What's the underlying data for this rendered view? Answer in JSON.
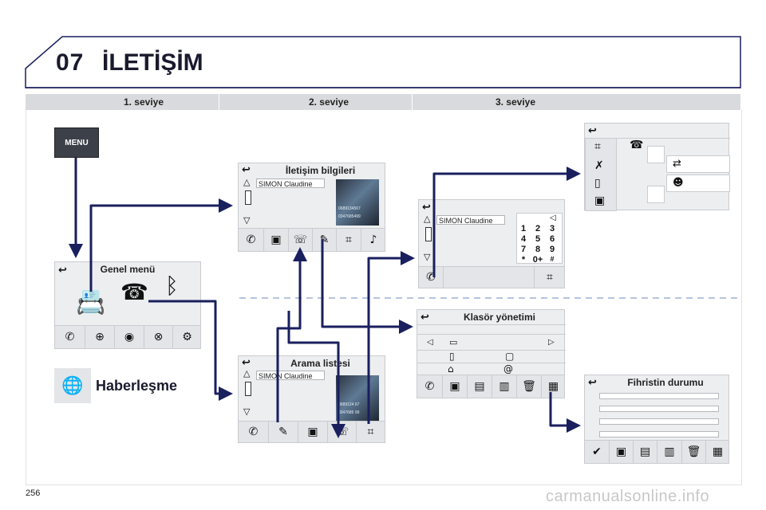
{
  "header": {
    "chapter_number": "07",
    "chapter_title": "İLETİŞİM"
  },
  "levels": [
    "1. seviye",
    "2. seviye",
    "3. seviye"
  ],
  "menu_button_label": "MENU",
  "main_menu": {
    "title": "Genel menü"
  },
  "contact_info": {
    "title": "İletişim bilgileri",
    "name": "SIMON Claudine"
  },
  "call_list": {
    "title": "Arama listesi",
    "name": "SIMON Claudine"
  },
  "dialer": {
    "name": "SIMON Claudine",
    "keys": [
      "1",
      "2",
      "3",
      "4",
      "5",
      "6",
      "7",
      "8",
      "9",
      "*",
      "0+",
      "#"
    ]
  },
  "folder_mgmt": {
    "title": "Klasör yönetimi"
  },
  "directory_status": {
    "title": "Fihristin durumu"
  },
  "communication_label": "Haberleşme",
  "page_number": "256",
  "watermark": "carmanualsonline.info",
  "colors": {
    "accent": "#1a1f5e",
    "panel_bg": "#eceef0",
    "bar_bg": "#e3e5e8",
    "level_bar": "#d9dadd"
  },
  "icons": [
    "back-icon",
    "contacts-book-icon",
    "phone-book-icon",
    "bluetooth-icon",
    "phone-icon",
    "navigation-icon",
    "media-icon",
    "globe-icon",
    "settings-icon",
    "handset-icon",
    "keypad-icon",
    "mobile-icon",
    "home-icon",
    "at-icon",
    "trash-icon",
    "checkmark-icon"
  ]
}
